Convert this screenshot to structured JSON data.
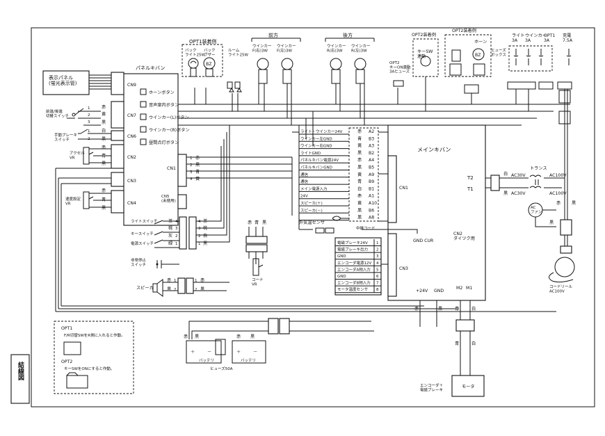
{
  "title": "結線図",
  "top": {
    "opt1": "OPT1装着例",
    "back_lamp": "バック\nライト25W",
    "back_buzzer": "バック\nブザー",
    "bz": "BZ",
    "room_lamp": "ルーム\nライト25W",
    "front": "前方",
    "rear": "後方",
    "winker_front_r": "ウインカー\nF(右)3W",
    "winker_front_l": "ウインカー\nF(左)3W",
    "winker_rear_r": "ウインカー\nR(右)3W",
    "winker_rear_l": "ウインカー\nR(左)3W",
    "opt2_a": "OPT2装着例",
    "key_sw": "キーSW\n連動",
    "opt2_b": "OPT2装着例",
    "horn": "ホーン",
    "opt2_fuse": "OPT2\nキーON連動\n3Aヒューズ",
    "fusebox": "ヒューズ\nボックス",
    "fuse_light": "ライト\n3A",
    "fuse_winker": "ウインカー\n3A",
    "fuse_opt1": "OPT1\n3A",
    "fuse_charge": "充電\n7.5A"
  },
  "left": {
    "display_panel": "表示パネル\n(蛍光表示管)",
    "panel_kiban": "パネルキバン",
    "cn9": "CN9",
    "cn7": "CN7",
    "cn6": "CN6",
    "cn2": "CN2",
    "cn3": "CN3",
    "cn4": "CN4",
    "cn1": "CN1",
    "cn5": "CN5\n(未使用)",
    "fb_switch": "前進/後進\n切替スイッチ",
    "brake_switch": "手動ブレーキ\nスイッチ",
    "accel_vr": "アクセル\nVR",
    "speed_vr": "速度設定\nVR",
    "buttons": [
      "ホーンボタン",
      "音声案内ボタン",
      "ウインカー(L)ボタン",
      "ウインカー(R)ボタン",
      "昼間点灯ボタン"
    ],
    "light_switch": "ライトスイッチ",
    "key_switch": "キースイッチ",
    "power_switch": "電源スイッチ",
    "emergency_switch": "非常停止\nスイッチ",
    "speaker": "スピーカ",
    "corner_vr": "コーナ\nVR"
  },
  "colors": {
    "aka": "赤",
    "kuro": "黒",
    "ao": "青",
    "shiro": "白",
    "ki": "黄",
    "cha": "茶",
    "momo": "桃",
    "hai": "灰",
    "midori": "緑"
  },
  "main_connector": [
    {
      "label": "ライト・ウインカー24V",
      "color": "赤",
      "pin": "A2"
    },
    {
      "label": "ウインカー左GND",
      "color": "青",
      "pin": "B3"
    },
    {
      "label": "ウインカー右GND",
      "color": "黄",
      "pin": "A3"
    },
    {
      "label": "ライトGND",
      "color": "黒",
      "pin": "B2"
    },
    {
      "label": "パネルキバン電源24V",
      "color": "赤",
      "pin": "A4"
    },
    {
      "label": "パネルキバンGND",
      "color": "黒",
      "pin": "B5"
    },
    {
      "label": "通信",
      "color": "黄",
      "pin": "A9"
    },
    {
      "label": "通信",
      "color": "青",
      "pin": "B9"
    },
    {
      "label": "メイン電源入力",
      "color": "白",
      "pin": "B1"
    },
    {
      "label": "24V",
      "color": "赤",
      "pin": "A1"
    },
    {
      "label": "スピーカ(＋)",
      "color": "黄",
      "pin": "A10"
    },
    {
      "label": "スピーカ(－)",
      "color": "黒",
      "pin": "B6"
    },
    {
      "label": "",
      "color": "黒",
      "pin": "A8"
    }
  ],
  "main": {
    "title": "メインキバン",
    "cn1": "CN1",
    "cn2": "CN2\nダイツク用",
    "cn3": "CN3",
    "gnd_cur": "GND CUR",
    "temp_sensor": "外気温センサ",
    "relay_cord": "中継コード",
    "t2": "T2",
    "t1": "T1",
    "plus24v": "+24V",
    "gnd": "GND",
    "m2": "M2",
    "m1": "M1"
  },
  "cn3_pins": [
    {
      "label": "電磁ブレーキ24V",
      "pin": "1"
    },
    {
      "label": "電磁ブレーキ出力",
      "pin": "2"
    },
    {
      "label": "GND",
      "pin": "3"
    },
    {
      "label": "エンコーダ電源12V",
      "pin": "4"
    },
    {
      "label": "エンコーダA相入力",
      "pin": "5"
    },
    {
      "label": "GND",
      "pin": "6"
    },
    {
      "label": "エンコーダB相入力",
      "pin": "7"
    },
    {
      "label": "モータ温度センサ",
      "pin": "8"
    }
  ],
  "power": {
    "trans": "トランス",
    "ac30v_1": "AC30V",
    "ac30v_2": "AC30V",
    "ac100v_1": "AC100V",
    "ac100v_2": "AC100V",
    "fan": "AC\nファン",
    "cord_reel": "コードリール\nAC100V",
    "battery_1": "バッテリ",
    "battery_2": "バッテリ",
    "fuse50": "ヒューズ50A",
    "motor": "モータ",
    "encoder": "エンコーダ＋\n電磁ブレーキ"
  },
  "notes": {
    "opt1_title": "OPT1",
    "opt1_text": "F/R切替SWをR側に入れると作動。",
    "opt2_title": "OPT2",
    "opt2_text": "キーSWをONにすると作動。"
  }
}
